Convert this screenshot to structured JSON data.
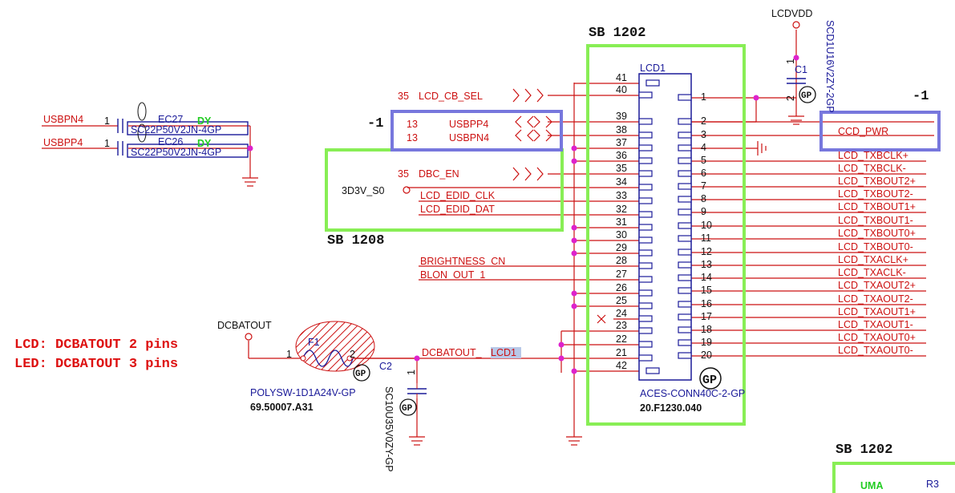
{
  "sb_labels": {
    "sb_main": "SB 1202",
    "sb_edid": "SB 1208",
    "sb_bottom": "SB 1202"
  },
  "annotations": {
    "minus_left": "-1",
    "minus_right": "-1"
  },
  "notes": {
    "line1": "LCD: DCBATOUT 2 pins",
    "line2": "LED: DCBATOUT 3 pins"
  },
  "connector": {
    "ref": "LCD1",
    "part": "ACES-CONN40C-2-GP",
    "pn": "20.F1230.040",
    "gp": "GP",
    "left_pins": [
      "41",
      "40",
      "39",
      "38",
      "37",
      "36",
      "35",
      "34",
      "33",
      "32",
      "31",
      "30",
      "29",
      "28",
      "27",
      "26",
      "25",
      "24",
      "23",
      "22",
      "21",
      "42"
    ],
    "right_pins": [
      "1",
      "2",
      "3",
      "4",
      "5",
      "6",
      "7",
      "8",
      "9",
      "10",
      "11",
      "12",
      "13",
      "14",
      "15",
      "16",
      "17",
      "18",
      "19",
      "20"
    ]
  },
  "right_nets": [
    "LCD_TXBCLK+",
    "LCD_TXBCLK-",
    "LCD_TXBOUT2+",
    "LCD_TXBOUT2-",
    "LCD_TXBOUT1+",
    "LCD_TXBOUT1-",
    "LCD_TXBOUT0+",
    "LCD_TXBOUT0-",
    "LCD_TXACLK+",
    "LCD_TXACLK-",
    "LCD_TXAOUT2+",
    "LCD_TXAOUT2-",
    "LCD_TXAOUT1+",
    "LCD_TXAOUT1-",
    "LCD_TXAOUT0+",
    "LCD_TXAOUT0-"
  ],
  "left_nets": {
    "cb_sel_num": "35",
    "cb_sel": "LCD_CB_SEL",
    "usbpp4_num": "13",
    "usbpp4": "USBPP4",
    "usbpn4_num": "13",
    "usbpn4": "USBPN4",
    "dbc_num": "35",
    "dbc": "DBC_EN",
    "edid_clk": "LCD_EDID_CLK",
    "edid_dat": "LCD_EDID_DAT",
    "rail_3v3": "3D3V_S0",
    "brightness": "BRIGHTNESS_CN",
    "blon": "BLON_OUT_1",
    "dcbatout_lcd_a": "DCBATOUT_",
    "dcbatout_lcd_b": "LCD1"
  },
  "ccd": {
    "net": "CCD_PWR",
    "rail": "LCDVDD",
    "cap_ref": "C1",
    "cap_part": "SCD1U16V2ZY-2GP",
    "pin1": "1",
    "pin2": "2",
    "gp": "GP"
  },
  "esd": {
    "net1": "USBPN4",
    "net2": "USBPP4",
    "ref1": "EC27",
    "ref2": "EC26",
    "part1": "SC22P50V2JN-4GP",
    "part2": "SC22P50V2JN-4GP",
    "dy": "DY",
    "pin": "1"
  },
  "fuse": {
    "rail": "DCBATOUT",
    "ref": "F1",
    "part": "POLYSW-1D1A24V-GP",
    "pn": "69.50007.A31",
    "pin1": "1",
    "pin2": "2",
    "gp": "GP"
  },
  "cap2": {
    "ref": "C2",
    "part": "SC10U35V0ZY-GP",
    "pin1": "1",
    "gp": "GP"
  },
  "bottom_right": {
    "uma": "UMA",
    "ref": "R3"
  },
  "colors": {
    "wire": "#cc1111",
    "part": "#1a1a99",
    "box_green": "#88ee55",
    "box_blue": "#7777dd",
    "dot": "#dd22cc",
    "gp_green": "#22cc22"
  }
}
